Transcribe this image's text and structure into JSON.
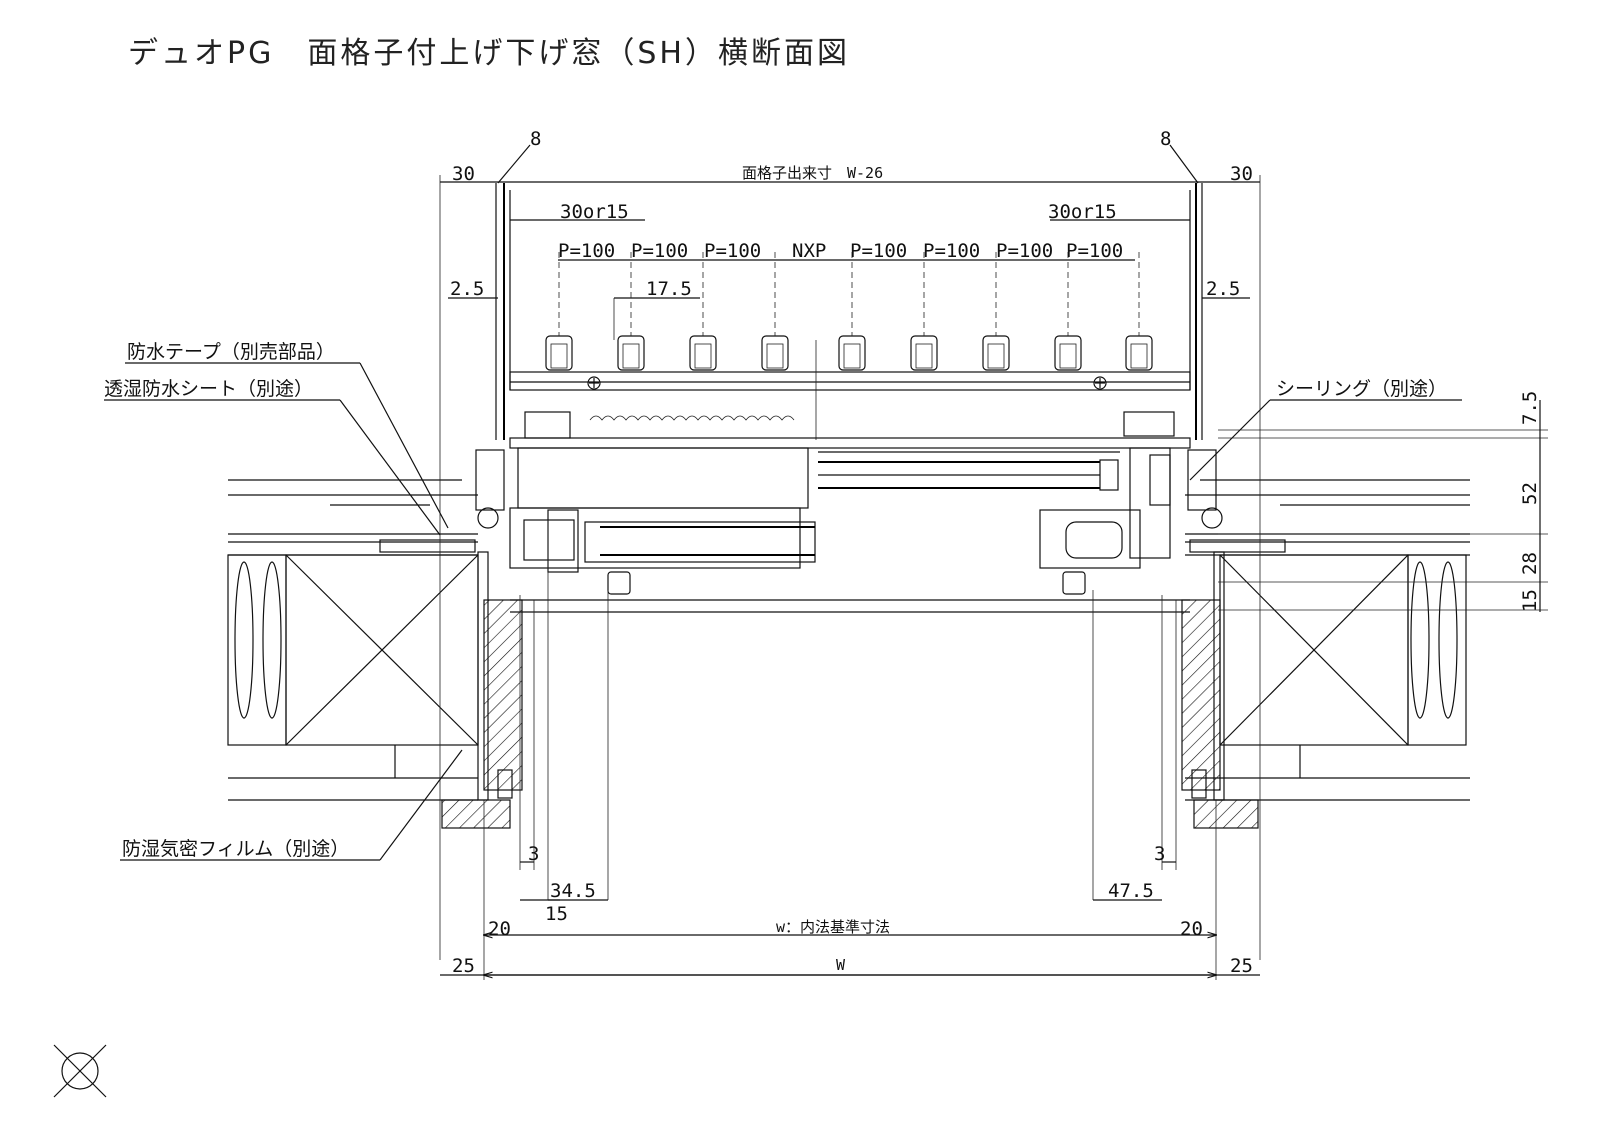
{
  "title": "デュオPG　面格子付上げ下げ窓（SH）横断面図",
  "labels": {
    "waterproof_tape": "防水テープ（別売部品）",
    "permeable_sheet": "透湿防水シート（別途）",
    "vapor_film": "防湿気密フィルム（別途）",
    "sealing": "シーリング（別途）"
  },
  "dimensions": {
    "grille_width": "面格子出来寸　W-26",
    "left_8": "8",
    "right_8": "8",
    "left_30": "30",
    "right_30": "30",
    "left_30or15": "30or15",
    "right_30or15": "30or15",
    "pitch_left_1": "P=100",
    "pitch_left_2": "P=100",
    "pitch_left_3": "P=100",
    "pitch_mid": "NXP",
    "pitch_right_1": "P=100",
    "pitch_right_2": "P=100",
    "pitch_right_3": "P=100",
    "pitch_right_4": "P=100",
    "left_2_5": "2.5",
    "right_2_5": "2.5",
    "bar_17_5": "17.5",
    "side_7_5": "7.5",
    "side_52": "52",
    "side_28": "28",
    "side_15": "15",
    "left_3": "3",
    "right_3": "3",
    "left_34_5": "34.5",
    "right_47_5": "47.5",
    "left_15": "15",
    "left_20": "20",
    "right_20": "20",
    "inner_w": "w：内法基準寸法",
    "left_25": "25",
    "right_25": "25",
    "outer_W": "W"
  },
  "icons": {
    "symbol": "circle-x-symbol-icon"
  }
}
